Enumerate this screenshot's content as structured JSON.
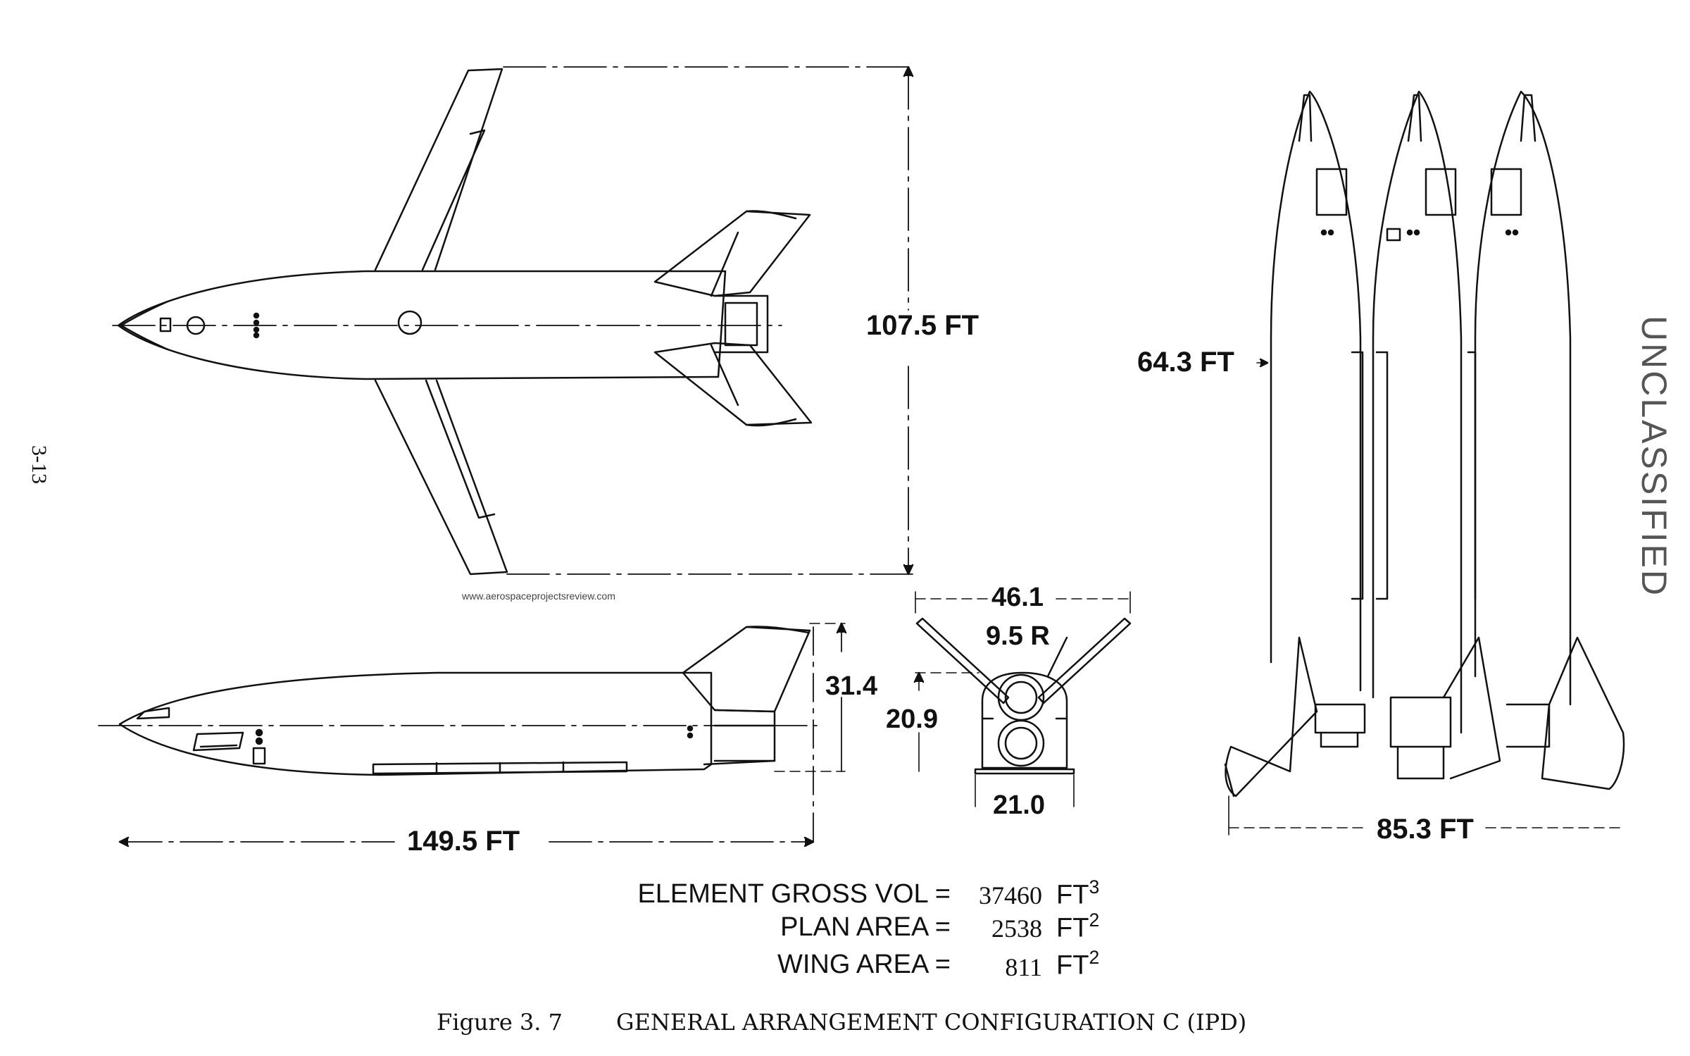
{
  "dimensions": {
    "span": "107.5 FT",
    "length": "149.5 FT",
    "body_height": "31.4",
    "body_depth": "20.9",
    "fin_span": "46.1",
    "radius": "9.5 R",
    "base_width": "21.0",
    "stack_height": "64.3 FT",
    "stack_width": "85.3 FT"
  },
  "stats": [
    {
      "label": "ELEMENT GROSS VOL =",
      "value": "37460",
      "unit": "FT",
      "exp": "3"
    },
    {
      "label": "PLAN AREA =",
      "value": "2538",
      "unit": "FT",
      "exp": "2"
    },
    {
      "label": "WING AREA =",
      "value": "811",
      "unit": "FT",
      "exp": "2"
    }
  ],
  "caption": {
    "figure": "Figure 3. 7",
    "title": "GENERAL ARRANGEMENT CONFIGURATION C (IPD)"
  },
  "page_number": "3-13",
  "classification": "UNCLASSIFIED",
  "watermark": "www.aerospaceprojectsreview.com"
}
